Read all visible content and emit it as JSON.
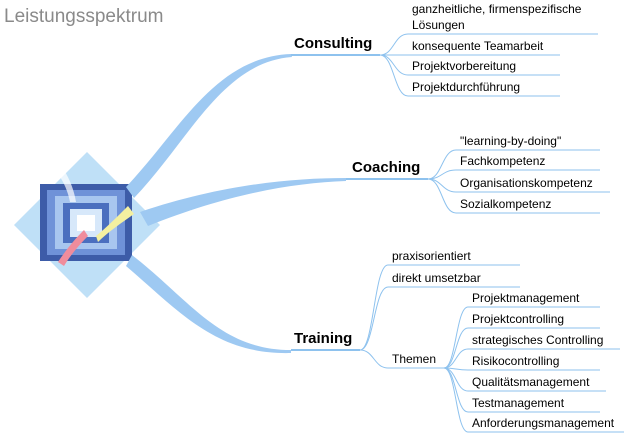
{
  "title": "Leistungsspektrum",
  "colors": {
    "branch": "#9ec9f2",
    "underline": "#8ec2ee",
    "title": "#8a8a8a"
  },
  "center_icon": "stacked-squares-diamond-icon",
  "branches": [
    {
      "label": "Consulting",
      "items": [
        "ganzheitliche, firmenspezifische",
        "Lösungen",
        "konsequente Teamarbeit",
        "Projektvorbereitung",
        "Projektdurchführung"
      ]
    },
    {
      "label": "Coaching",
      "items": [
        "\"learning-by-doing\"",
        "Fachkompetenz",
        "Organisationskompetenz",
        "Sozialkompetenz"
      ]
    },
    {
      "label": "Training",
      "items": [
        "praxisorientiert",
        "direkt umsetzbar",
        "Themen"
      ],
      "themen": [
        "Projektmanagement",
        "Projektcontrolling",
        "strategisches Controlling",
        "Risikocontrolling",
        "Qualitätsmanagement",
        "Testmanagement",
        "Anforderungsmanagement"
      ]
    }
  ]
}
